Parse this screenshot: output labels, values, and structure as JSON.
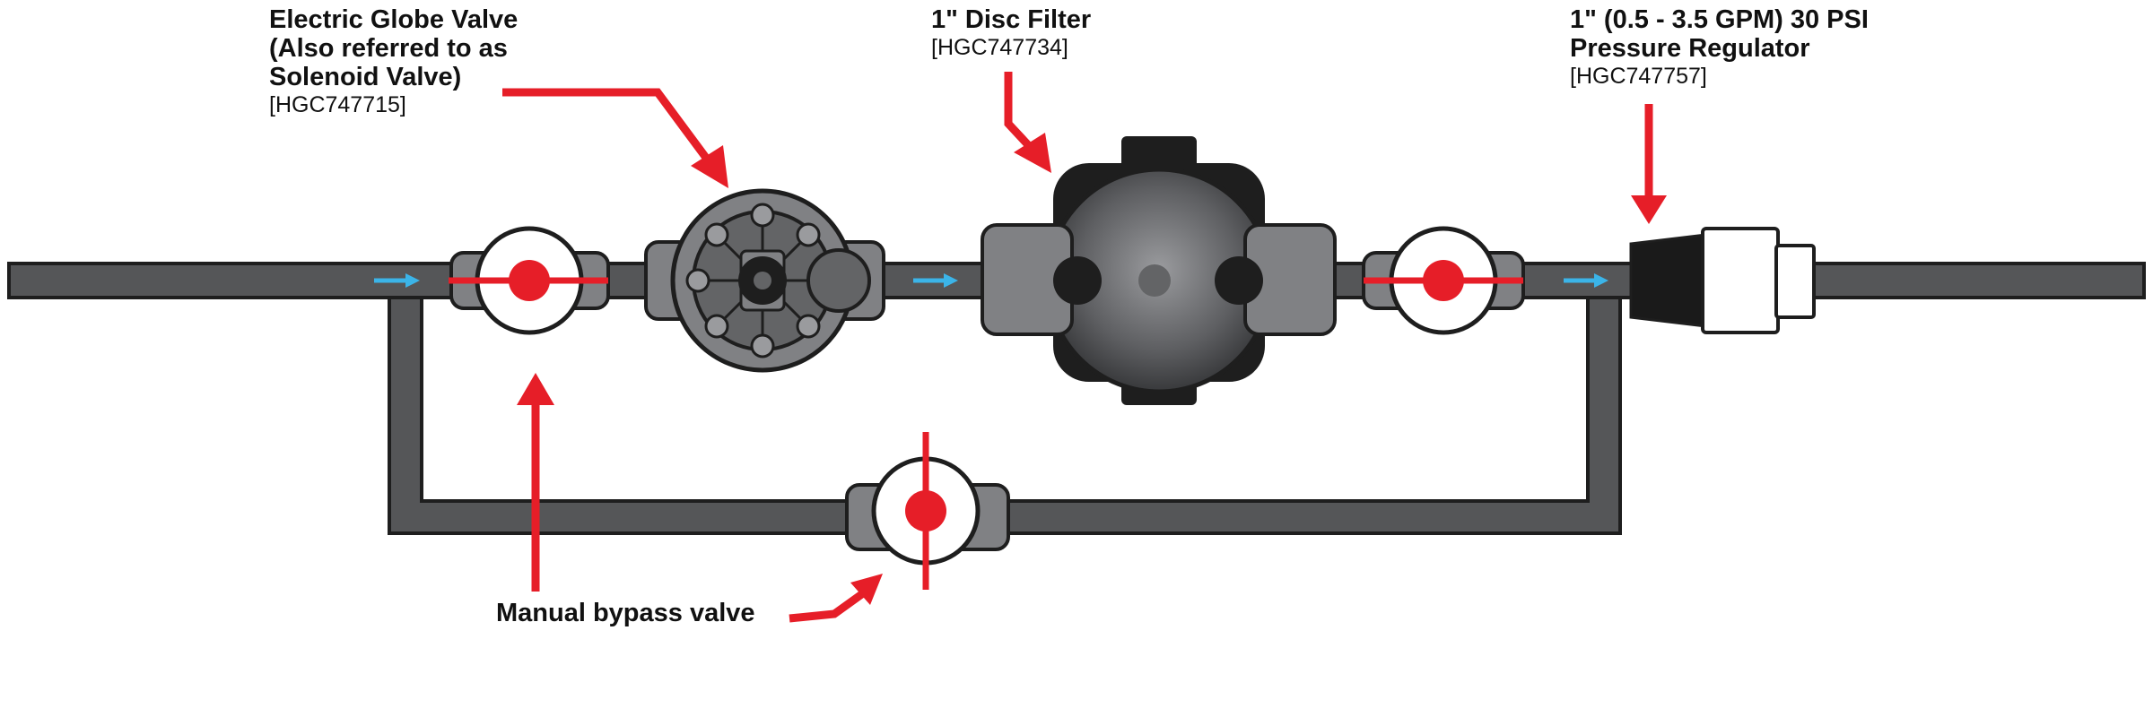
{
  "labels": {
    "globe_valve": {
      "title_lines": [
        "Electric Globe Valve",
        "(Also referred to as",
        "Solenoid Valve)"
      ],
      "part": "[HGC747715]"
    },
    "disc_filter": {
      "title_lines": [
        "1\" Disc Filter"
      ],
      "part": "[HGC747734]"
    },
    "pressure_regulator": {
      "title_lines": [
        "1\" (0.5 - 3.5 GPM) 30 PSI",
        "Pressure Regulator"
      ],
      "part": "[HGC747757]"
    },
    "bypass_valve": {
      "title_lines": [
        "Manual bypass valve"
      ]
    }
  },
  "colors": {
    "pipe": "#555658",
    "pipe_outline": "#1e1e1e",
    "fitting": "#808184",
    "body_dark": "#636466",
    "handle_red": "#e61e28",
    "callout_red": "#e61e28",
    "flow_arrow": "#3bb4e8",
    "regulator_black": "#1a1a1a",
    "regulator_white": "#ffffff"
  },
  "icons": {
    "flow": "flow-arrow-icon",
    "callout": "red-callout-arrow-icon"
  }
}
